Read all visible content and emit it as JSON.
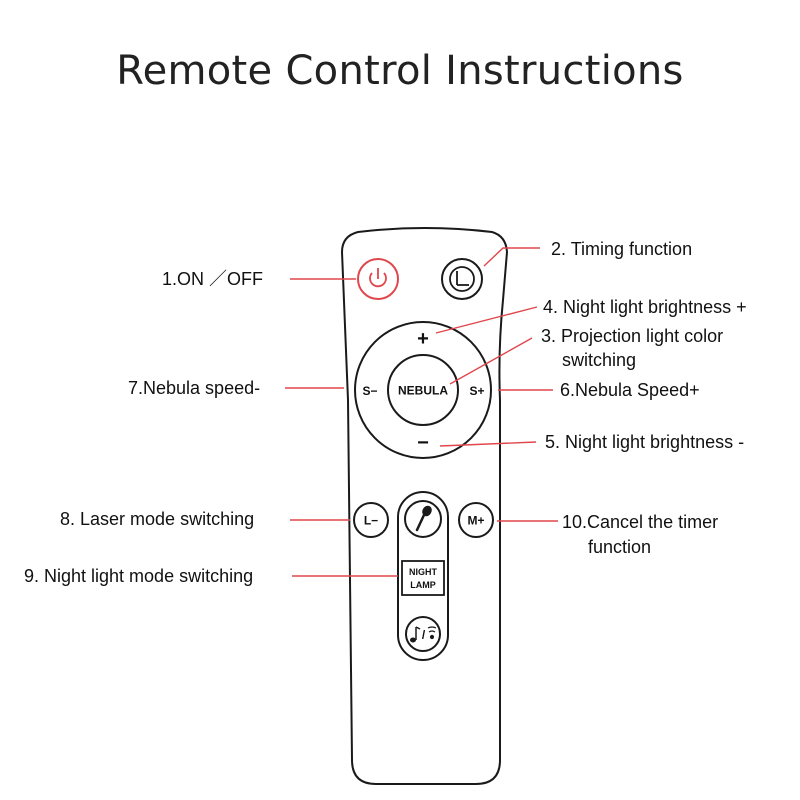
{
  "title": "Remote Control Instructions",
  "colors": {
    "leader": "#e0474c",
    "power": "#e0474c",
    "outline": "#1a1a1a"
  },
  "icons": {
    "power": "power-icon",
    "timer": "clock-icon",
    "mic": "microphone-icon",
    "music": "music-note-icon"
  },
  "buttons": {
    "nebula": "NEBULA",
    "plus": "+",
    "minus": "−",
    "s_minus": "S−",
    "s_plus": "S+",
    "l_minus": "L−",
    "m_plus": "M+",
    "night_lamp_line1": "NIGHT",
    "night_lamp_line2": "LAMP",
    "music_slash": "/"
  },
  "labels": {
    "on_off": "1.ON ／OFF",
    "timing": "2. Timing function",
    "projection_line1": "3. Projection light color",
    "projection_line2": "switching",
    "brightness_up": "4. Night light brightness +",
    "brightness_down": "5. Night light brightness -",
    "speed_up": "6.Nebula Speed+",
    "speed_down": "7.Nebula speed-",
    "laser": "8. Laser mode switching",
    "night_mode": "9. Night light mode switching",
    "cancel_line1": "10.Cancel the timer",
    "cancel_line2": "function"
  }
}
